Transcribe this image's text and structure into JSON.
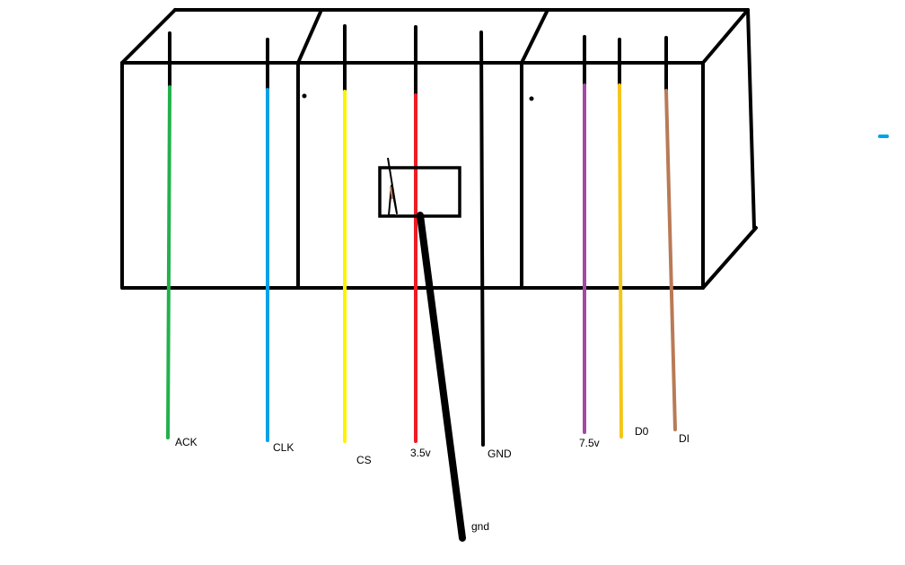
{
  "wires": [
    {
      "label": "ACK",
      "color": "#22b14c"
    },
    {
      "label": "CLK",
      "color": "#00a2e8"
    },
    {
      "label": "CS",
      "color": "#fff200"
    },
    {
      "label": "3.5v",
      "color": "#ed1c24"
    },
    {
      "label": "GND",
      "color": "#000000"
    },
    {
      "label": "7.5v",
      "color": "#a349a4"
    },
    {
      "label": "D0",
      "color": "#f5c518"
    },
    {
      "label": "DI",
      "color": "#b97a57"
    }
  ],
  "extra_wire": {
    "label": "gnd",
    "color": "#000000"
  },
  "outline_color": "#000000",
  "accent_mark_color": "#00a2e8"
}
